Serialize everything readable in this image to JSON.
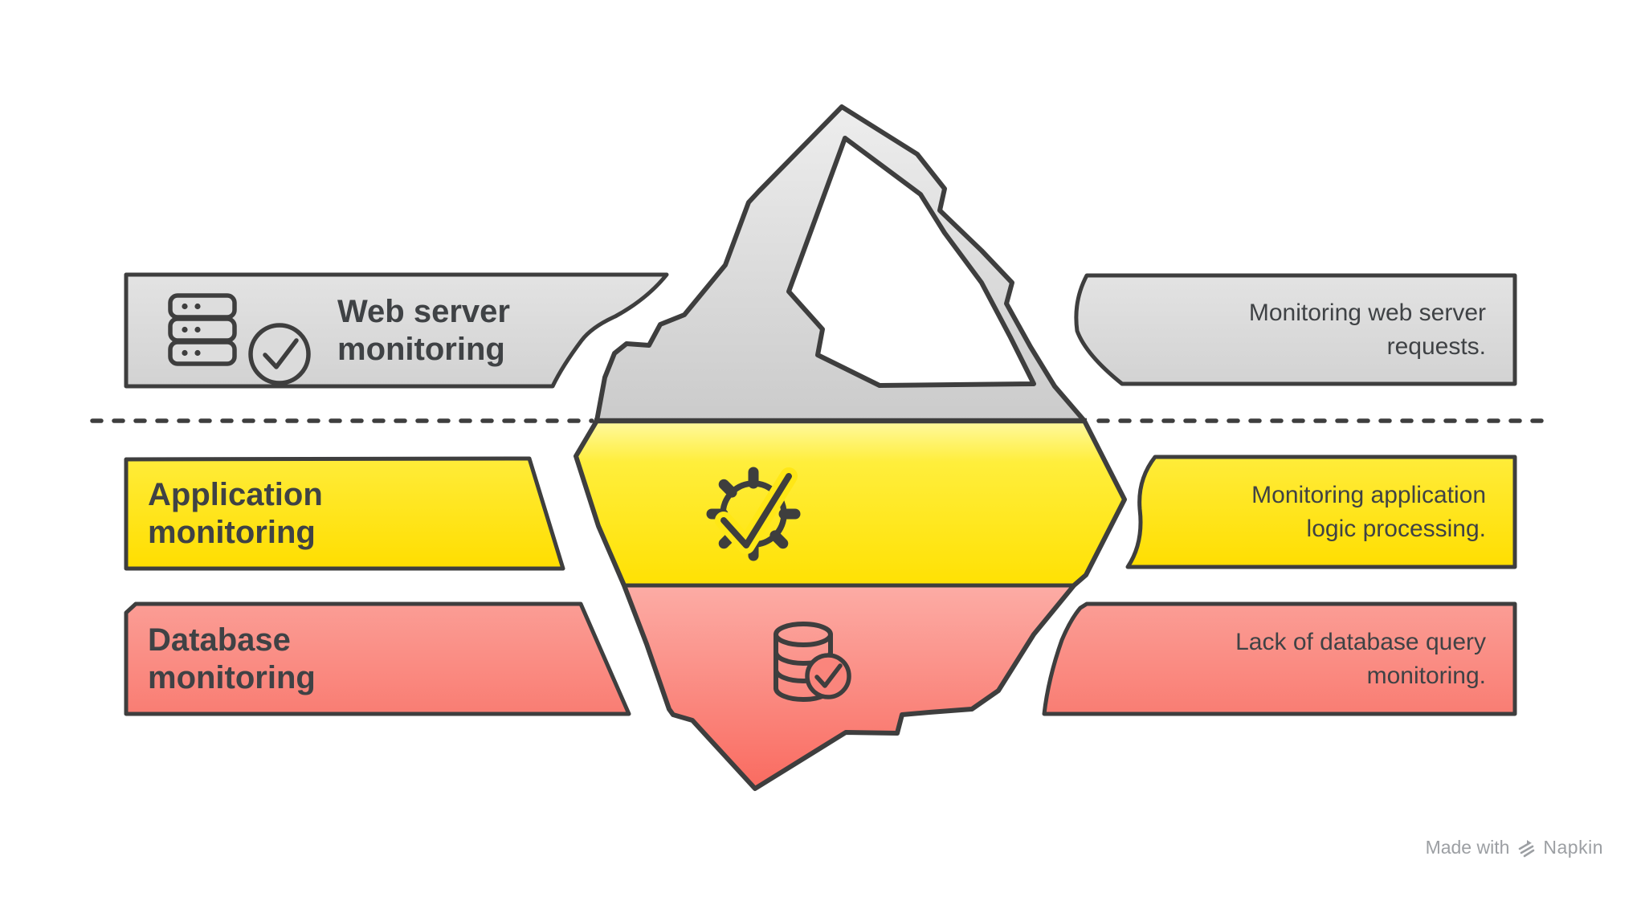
{
  "diagram": {
    "type": "iceberg-infographic",
    "waterline_style": "dashed"
  },
  "rows": [
    {
      "id": "web-server",
      "label": "Web server\nmonitoring",
      "description": "Monitoring web server\nrequests.",
      "icon": "server-check-icon",
      "color": "#D9D9D9",
      "position": "above-waterline"
    },
    {
      "id": "application",
      "label": "Application\nmonitoring",
      "description": "Monitoring application\nlogic processing.",
      "icon": "gear-check-icon",
      "color": "#FFE81C",
      "position": "below-waterline"
    },
    {
      "id": "database",
      "label": "Database\nmonitoring",
      "description": "Lack of database query\nmonitoring.",
      "icon": "database-check-icon",
      "color": "#FA8A80",
      "position": "below-waterline"
    }
  ],
  "footer": {
    "made_with": "Made with",
    "brand": "Napkin"
  },
  "colors": {
    "outline": "#3E3E3E",
    "text": "#3F4245",
    "footer_text": "#9C9FA3",
    "gray": "#D9D9D9",
    "yellow": "#FFE81C",
    "red": "#FA8A80",
    "background": "#FFFFFF"
  }
}
